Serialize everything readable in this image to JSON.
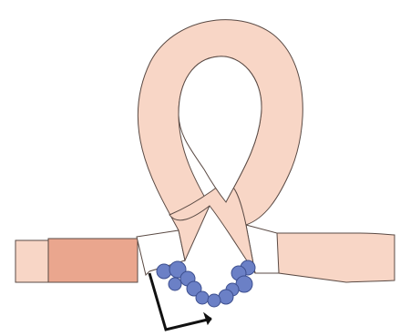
{
  "diagram": {
    "colors": {
      "dna": "#f8d6c6",
      "dna_outline": "#5a4a44",
      "promoter_region": "#eaa68e",
      "melted_region": "#ffffff",
      "protein": "#6b80c6",
      "protein_outline": "#3d4f8f",
      "arrow": "#111111"
    },
    "icons": {
      "dna_loop": "dna-loop",
      "dimer": "protein-dimer",
      "arrow": "transcription-start-arrow"
    }
  }
}
